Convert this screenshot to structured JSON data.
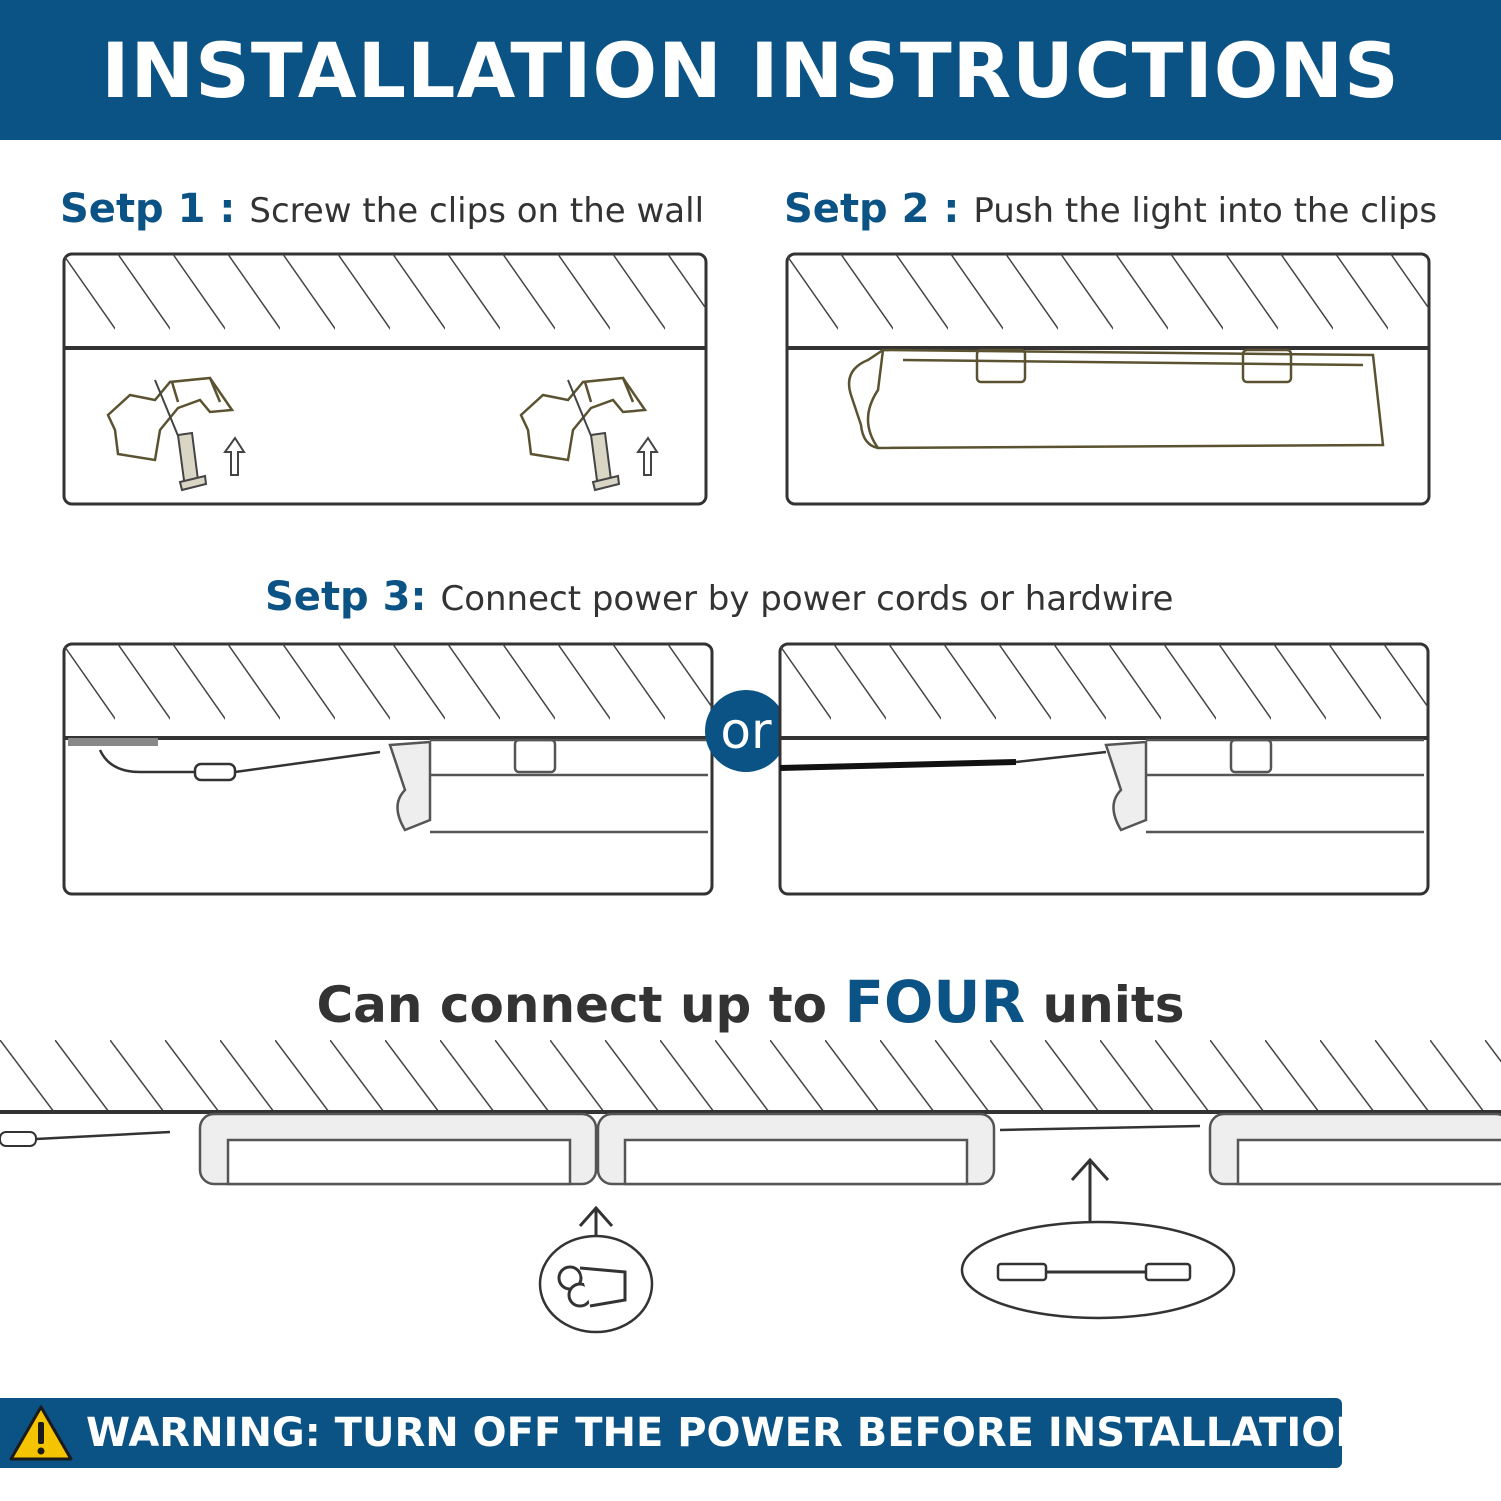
{
  "title": "INSTALLATION INSTRUCTIONS",
  "steps": [
    {
      "label": "Setp 1 :",
      "text": "Screw the clips on the wall"
    },
    {
      "label": "Setp 2 :",
      "text": "Push the light into the clips"
    },
    {
      "label": "Setp 3:",
      "text": "Connect power by power cords or hardwire"
    }
  ],
  "or_label": "or",
  "connect": {
    "prefix": "Can connect up to ",
    "highlight": "FOUR",
    "suffix": " units"
  },
  "warning": "WARNING: TURN OFF THE POWER BEFORE INSTALLATION",
  "colors": {
    "brand": "#0b5285",
    "text": "#333333",
    "warning_icon": "#f5c400"
  },
  "icons": [
    "warning-icon",
    "screw-icon",
    "arrow-up-icon",
    "connector-icon",
    "cable-icon"
  ]
}
